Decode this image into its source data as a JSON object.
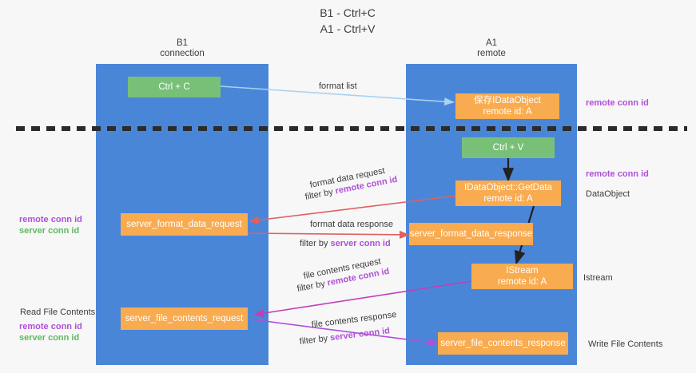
{
  "title": {
    "line1": "B1 - Ctrl+C",
    "line2": "A1 - Ctrl+V"
  },
  "lanes": [
    {
      "id": "b1",
      "name": "B1",
      "sub": "connection"
    },
    {
      "id": "a1",
      "name": "A1",
      "sub": "remote"
    }
  ],
  "nodes": {
    "ctrl_c": "Ctrl + C",
    "save_dataobject_l1": "保存IDataObject",
    "save_dataobject_l2": "remote id: A",
    "ctrl_v": "Ctrl + V",
    "getdata_l1": "IDataObject::GetData",
    "getdata_l2": "remote id: A",
    "server_format_data_request": "server_format_data_request",
    "server_format_data_response": "server_format_data_response",
    "istream_l1": "IStream",
    "istream_l2": "remote id: A",
    "server_file_contents_request": "server_file_contents_request",
    "server_file_contents_response": "server_file_contents_response"
  },
  "edges": {
    "format_list": "format list",
    "format_data_request": "format data request",
    "filter_by_remote_1_prefix": "filter by ",
    "filter_by_remote_1_key": "remote conn id",
    "format_data_response": "format data response",
    "filter_by_server_1_prefix": "filter by ",
    "filter_by_server_1_key": "server conn id",
    "file_contents_request": "file contents request",
    "filter_by_remote_2_prefix": "filter by ",
    "filter_by_remote_2_key": "remote conn id",
    "file_contents_response": "file contents response",
    "filter_by_server_2_prefix": "filter by ",
    "filter_by_server_2_key": "server conn id"
  },
  "side_labels": {
    "right_remote_conn_top": "remote conn id",
    "right_remote_conn_mid": "remote conn id",
    "right_dataobject": "DataObject",
    "right_istream": "Istream",
    "right_write_file_contents": "Write File Contents",
    "left_remote_conn_mid": "remote conn id",
    "left_server_conn_mid": "server conn id",
    "left_read_file_contents": "Read File Contents",
    "left_remote_conn_bot": "remote conn id",
    "left_server_conn_bot": "server conn id"
  },
  "colors": {
    "lane": "#4a86d8",
    "node_green": "#78c078",
    "node_orange": "#f9ab50",
    "remote_key": "#b04fd8",
    "server_key_green": "#61b861",
    "arrow_light_blue": "#a8d2f0",
    "arrow_red": "#e06060",
    "arrow_magenta": "#c040b8",
    "arrow_purple": "#b04fd8",
    "arrow_black": "#222222",
    "divider": "#2b2b2b",
    "background": "#f7f7f8"
  }
}
